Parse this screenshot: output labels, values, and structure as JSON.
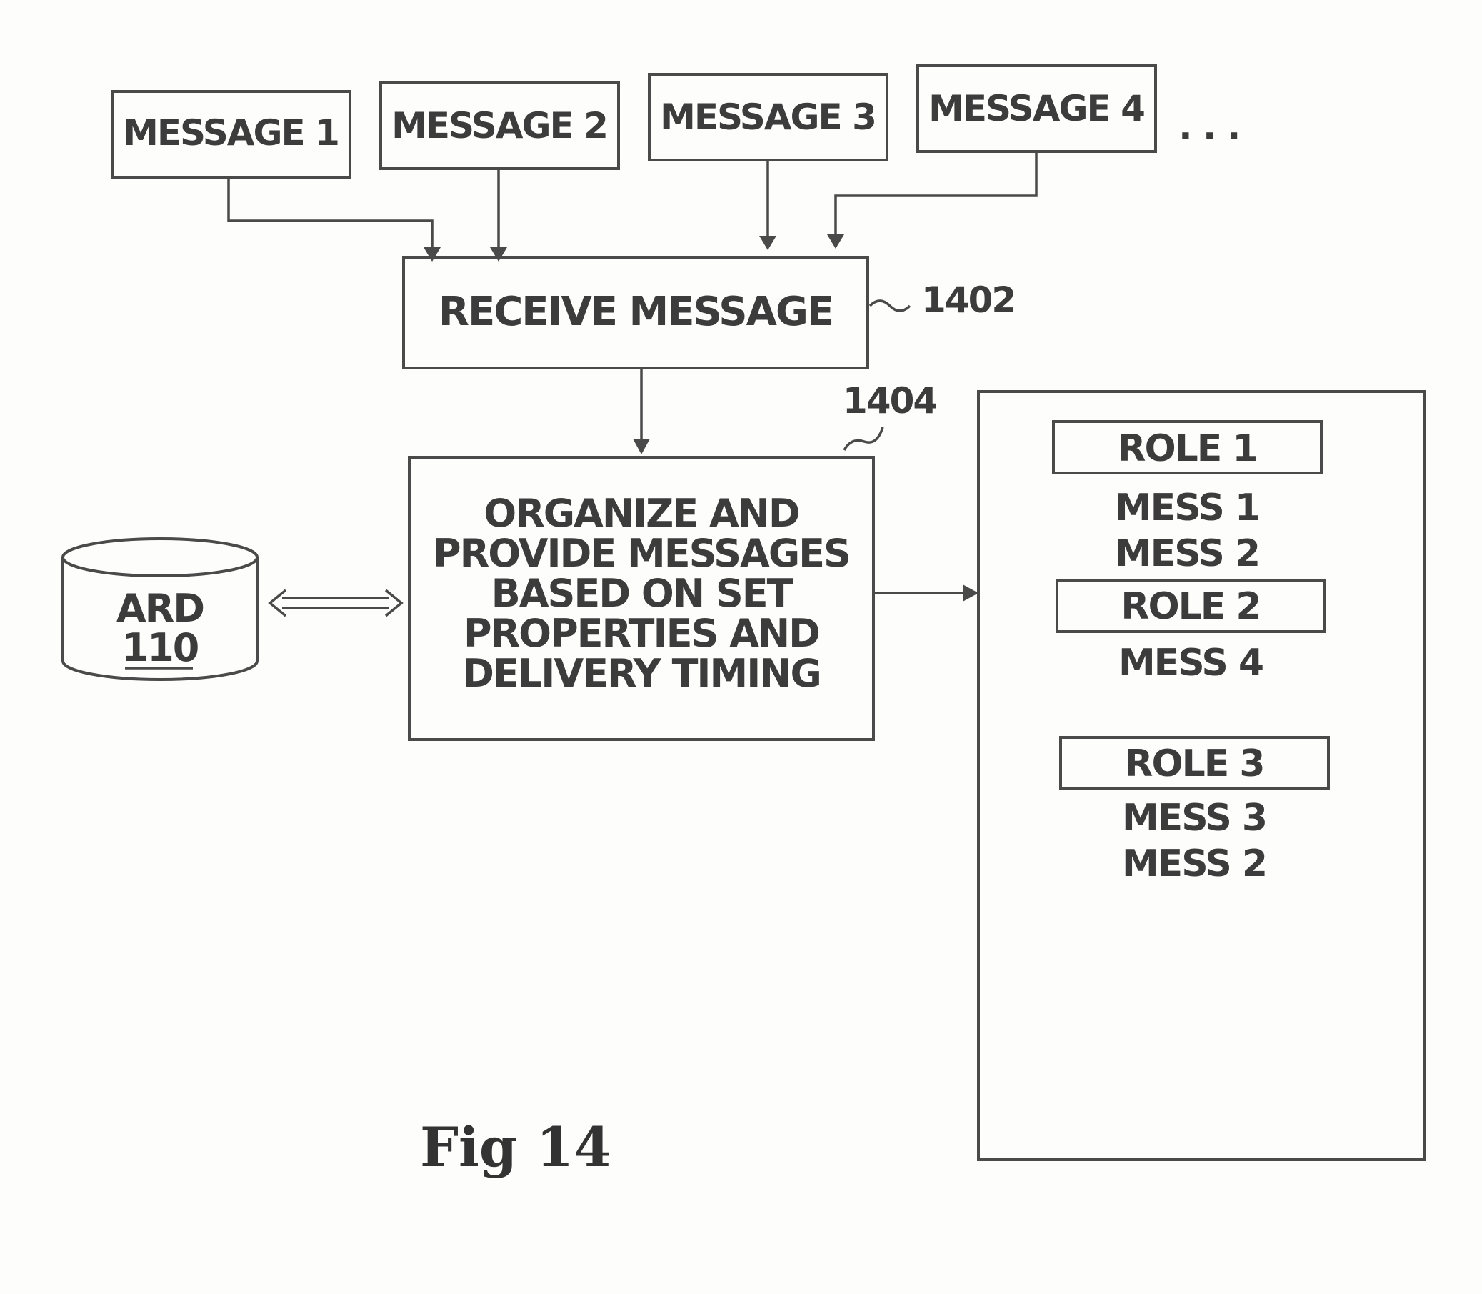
{
  "messages": [
    "MESSAGE 1",
    "MESSAGE 2",
    "MESSAGE 3",
    "MESSAGE 4"
  ],
  "ellipsis": ". . .",
  "receive": {
    "label": "RECEIVE MESSAGE",
    "ref": "1402"
  },
  "organize": {
    "lines": [
      "ORGANIZE AND",
      "PROVIDE MESSAGES",
      "BASED ON SET",
      "PROPERTIES AND",
      "DELIVERY TIMING"
    ],
    "ref": "1404"
  },
  "ard": {
    "name": "ARD",
    "number": "110"
  },
  "roles": [
    {
      "title": "ROLE 1",
      "items": [
        "MESS 1",
        "MESS 2"
      ]
    },
    {
      "title": "ROLE 2",
      "items": [
        "MESS 4"
      ]
    },
    {
      "title": "ROLE 3",
      "items": [
        "MESS 3",
        "MESS 2"
      ]
    }
  ],
  "figure_label": "Fig 14"
}
